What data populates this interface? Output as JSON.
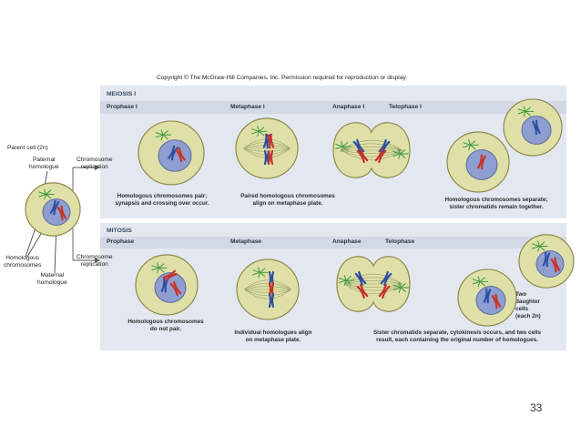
{
  "copyright": "Copyright © The McGraw-Hill Companies, Inc. Permission required for reproduction or display.",
  "meiosis": {
    "title": "MEIOSIS I",
    "phases": [
      "Prophase I",
      "Metaphase I",
      "Anaphase I",
      "Telophase I"
    ],
    "captions": {
      "prophase": [
        "Homologous chromosomes pair;",
        "synapsis and crossing over occur."
      ],
      "metaphase": [
        "Paired homologous chromosomes",
        "align on metaphase plate."
      ],
      "telophase": [
        "Homologous chromosomes separate;",
        "sister chromatids remain together."
      ]
    }
  },
  "mitosis": {
    "title": "MITOSIS",
    "phases": [
      "Prophase",
      "Metaphase",
      "Anaphase",
      "Telophase"
    ],
    "captions": {
      "prophase": [
        "Homologous chromosomes",
        "do not pair."
      ],
      "metaphase": [
        "Individual homologues align",
        "on metaphase plate."
      ],
      "telophase": [
        "Sister chromatids separate, cytokinesis occurs, and two cells",
        "result, each containing the original number of homologues."
      ]
    },
    "daughter_label": [
      "Two",
      "daughter",
      "cells",
      "(each 2n)"
    ]
  },
  "left": {
    "parent_cell": "Parent cell (2n)",
    "paternal": [
      "Paternal",
      "homologue"
    ],
    "replication_top": [
      "Chromosome",
      "replication"
    ],
    "replication_bottom": [
      "Chromosome",
      "replication"
    ],
    "homologous": [
      "Homologous",
      "chromosomes"
    ],
    "maternal": [
      "Maternal",
      "homologue"
    ]
  },
  "page_number": "33",
  "colors": {
    "paternal": "#2b4fa3",
    "maternal": "#c83228",
    "cell_fill": "#dfe0a8",
    "cell_edge": "#8f8a4a",
    "nucleus": "#8f9ed0",
    "centrosome": "#3a9a3a",
    "panel": "#e3e8f0",
    "phase_bar": "#d2d9e4"
  }
}
